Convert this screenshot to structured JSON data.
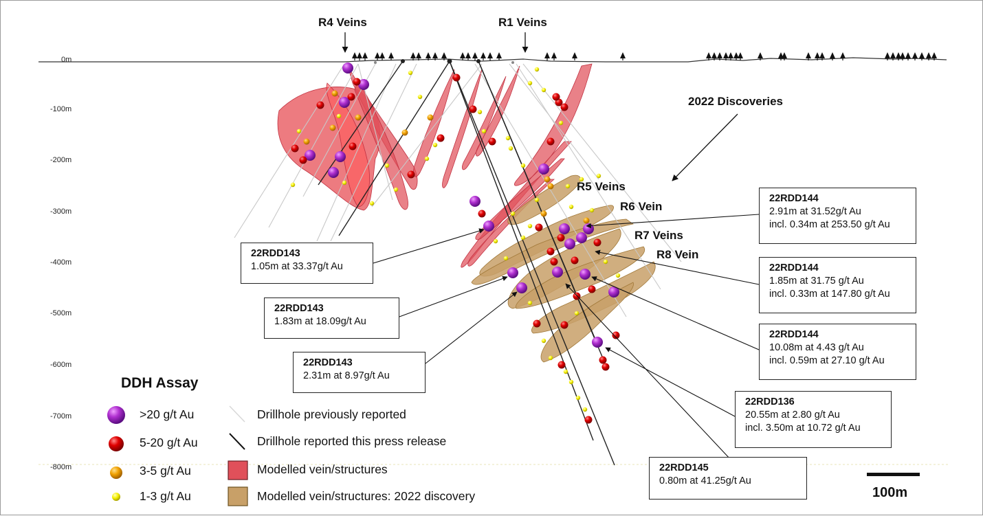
{
  "surface_label": "0m",
  "depth_labels": [
    "0m",
    "-100m",
    "-200m",
    "-300m",
    "-400m",
    "-500m",
    "-600m",
    "-700m",
    "-800m"
  ],
  "vein_labels": {
    "r4": "R4 Veins",
    "r1": "R1 Veins",
    "discoveries": "2022 Discoveries",
    "r5": "R5 Veins",
    "r6": "R6 Vein",
    "r7": "R7 Veins",
    "r8": "R8 Vein"
  },
  "callouts": [
    {
      "hole": "22RDD143",
      "line2": "1.05m at 33.37g/t Au",
      "line3": ""
    },
    {
      "hole": "22RDD143",
      "line2": "1.83m at 18.09g/t Au",
      "line3": ""
    },
    {
      "hole": "22RDD143",
      "line2": "2.31m at 8.97g/t Au",
      "line3": ""
    },
    {
      "hole": "22RDD144",
      "line2": "2.91m at 31.52g/t Au",
      "line3": "incl. 0.34m at 253.50 g/t Au"
    },
    {
      "hole": "22RDD144",
      "line2": "1.85m at 31.75 g/t Au",
      "line3": "incl. 0.33m at 147.80 g/t Au"
    },
    {
      "hole": "22RDD144",
      "line2": "10.08m at 4.43 g/t Au",
      "line3": "incl. 0.59m at 27.10 g/t Au"
    },
    {
      "hole": "22RDD136",
      "line2": "20.55m at 2.80 g/t Au",
      "line3": "incl. 3.50m at 10.72 g/t Au"
    },
    {
      "hole": "22RDD145",
      "line2": "0.80m at 41.25g/t Au",
      "line3": ""
    }
  ],
  "legend": {
    "title": "DDH Assay",
    "grades": [
      {
        "label": ">20 g/t Au",
        "color": "#7a2ab0"
      },
      {
        "label": "5-20 g/t Au",
        "color": "#e60000"
      },
      {
        "label": "3-5 g/t Au",
        "color": "#f0a500"
      },
      {
        "label": "1-3 g/t Au",
        "color": "#f5f000"
      }
    ],
    "items": [
      {
        "label": "Drillhole previously reported"
      },
      {
        "label": "Drillhole reported this press release"
      },
      {
        "label": "Modelled vein/structures",
        "color": "#e0505a"
      },
      {
        "label": "Modelled vein/structures: 2022 discovery",
        "color": "#c8a068"
      }
    ]
  },
  "scale_bar": {
    "label": "100m"
  }
}
